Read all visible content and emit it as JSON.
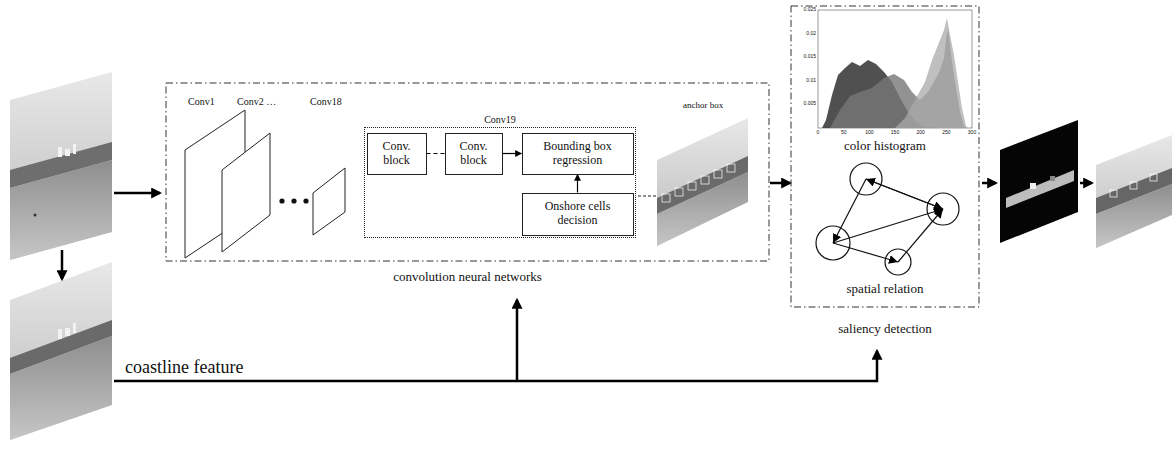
{
  "diagram": {
    "nodes": [
      {
        "text": [
          "convolution neural networks"
        ]
      },
      {
        "text": [
          "Conv19"
        ],
        "in": 0
      },
      {
        "text": [
          "Conv. block"
        ],
        "in": 1
      },
      {
        "text": [
          "Conv. block"
        ],
        "in": 1
      },
      {
        "text": [
          "Bounding box regression"
        ],
        "in": 1
      },
      {
        "text": [
          "Onshore cells decision"
        ],
        "in": 1
      },
      {
        "text": [
          "saliency detection"
        ]
      }
    ],
    "edges": [
      {
        "from": 2,
        "to": 3,
        "arrow": "none"
      },
      {
        "from": 3,
        "to": 4,
        "arrow": "to"
      },
      {
        "from": 5,
        "to": 4,
        "arrow": "to"
      },
      {
        "from": 0,
        "to": 6,
        "arrow": "to"
      }
    ],
    "labels": [
      "Conv1",
      "Conv2 …",
      "Conv18",
      "anchor box",
      "0.025",
      "0.02",
      "0.015",
      "0.01",
      "0.005",
      "0",
      "50",
      "100",
      "150",
      "200",
      "250",
      "300",
      "color histogram",
      "spatial relation",
      "coastline feature"
    ]
  }
}
